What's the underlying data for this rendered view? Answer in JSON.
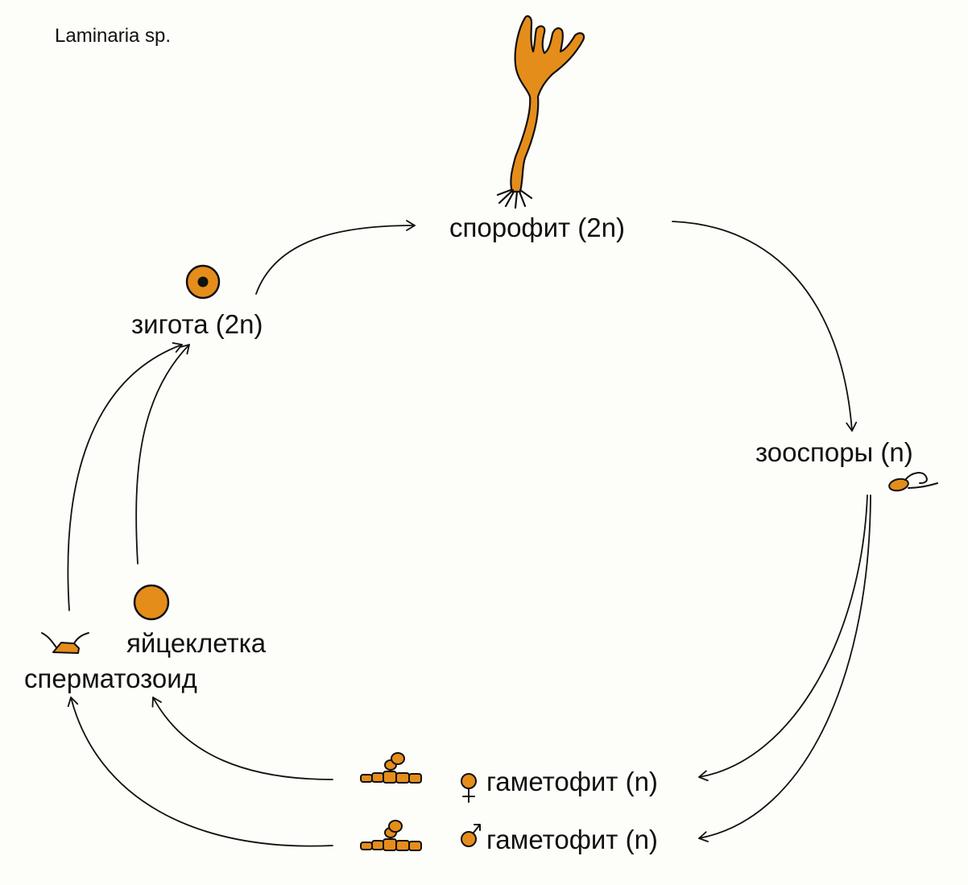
{
  "title": "Laminaria sp.",
  "colors": {
    "fill": "#e58d1b",
    "ink": "#111111",
    "background": "#fdfdf9"
  },
  "nodes": {
    "sporophyte": {
      "label": "спорофит (2n)",
      "icon": "kelp-icon"
    },
    "zoospores": {
      "label": "зооспоры (n)",
      "icon": "zoospore-icon"
    },
    "female_gametophyte": {
      "label": "гаметофит (n)",
      "sex_symbol": "♀",
      "icon": "filament-icon"
    },
    "male_gametophyte": {
      "label": "гаметофит (n)",
      "sex_symbol": "♂",
      "icon": "filament-icon"
    },
    "egg": {
      "label": "яйцеклетка",
      "icon": "egg-cell-icon"
    },
    "sperm": {
      "label": "сперматозоид",
      "icon": "sperm-icon"
    },
    "zygote": {
      "label": "зигота (2n)",
      "icon": "zygote-icon"
    }
  },
  "edges": [
    {
      "from": "zygote",
      "to": "sporophyte"
    },
    {
      "from": "sporophyte",
      "to": "zoospores"
    },
    {
      "from": "zoospores",
      "to": "female_gametophyte"
    },
    {
      "from": "zoospores",
      "to": "male_gametophyte"
    },
    {
      "from": "female_gametophyte",
      "to": "egg"
    },
    {
      "from": "male_gametophyte",
      "to": "sperm"
    },
    {
      "from": "egg",
      "to": "zygote"
    },
    {
      "from": "sperm",
      "to": "zygote"
    }
  ]
}
